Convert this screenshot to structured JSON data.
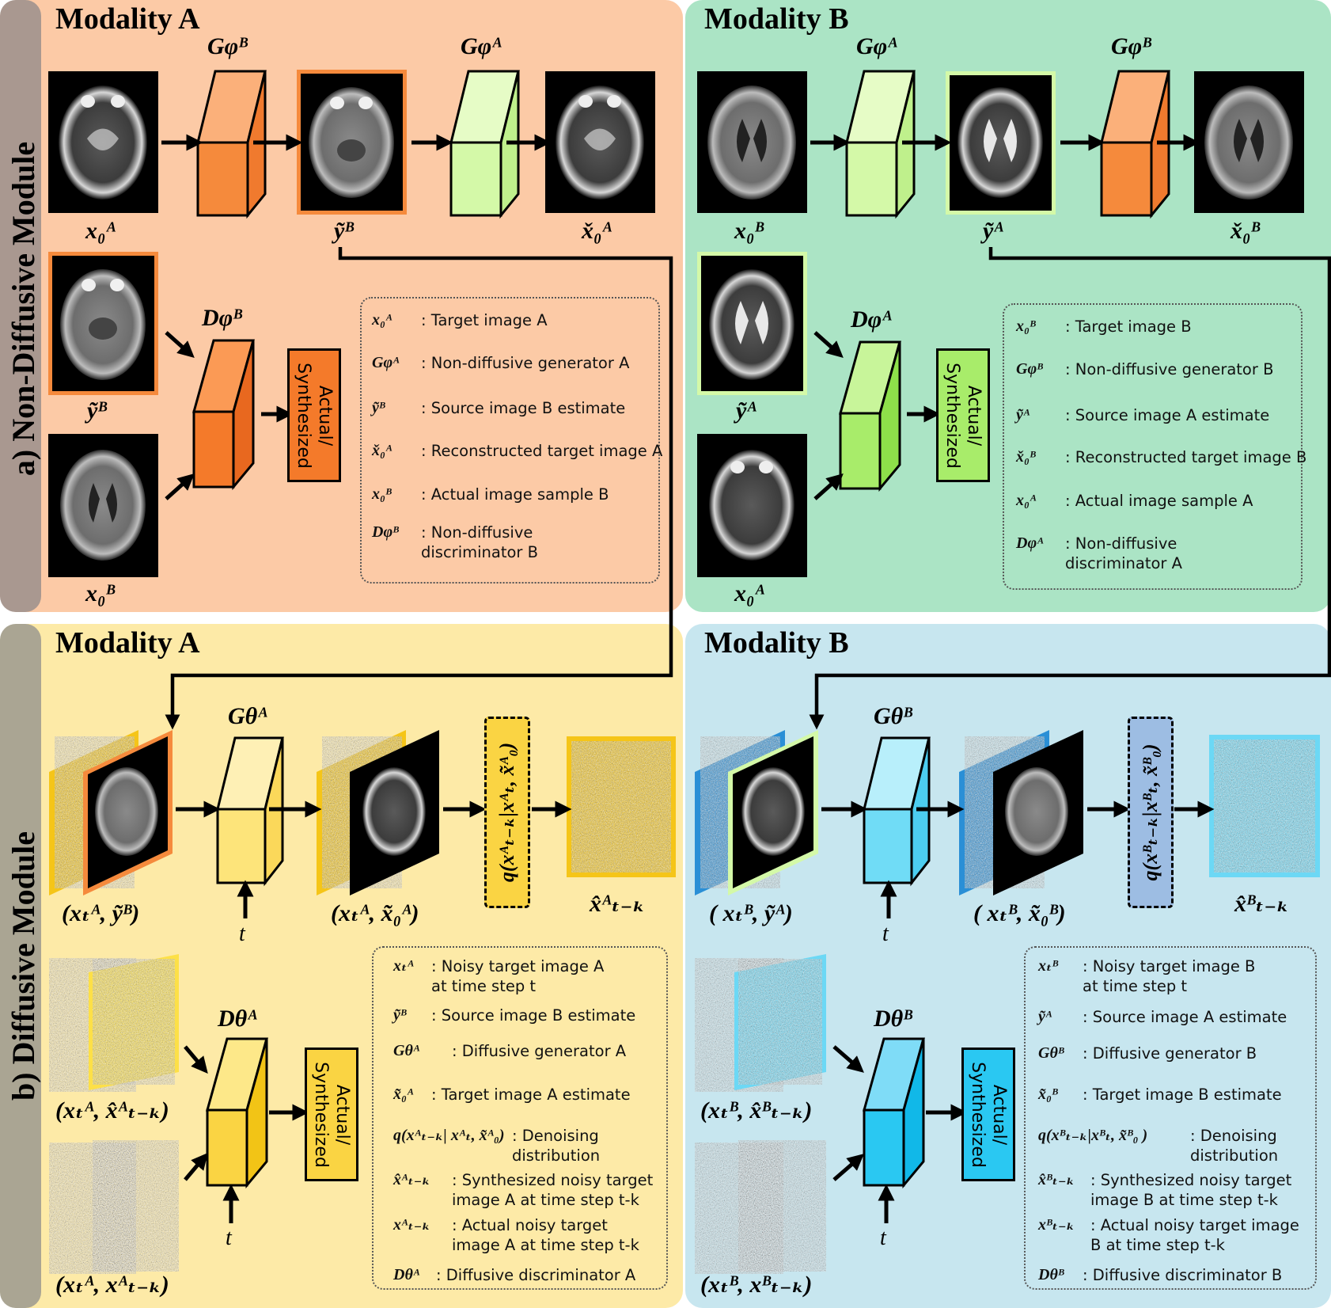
{
  "sections": {
    "non_diffusive": "a) Non-Diffusive Module",
    "diffusive": "b) Diffusive Module"
  },
  "panels": {
    "top_left_title": "Modality A",
    "top_right_title": "Modality B",
    "bottom_left_title": "Modality A",
    "bottom_right_title": "Modality B"
  },
  "colors": {
    "top_left_bg": "#fccaa6",
    "top_right_bg": "#abe4c5",
    "bottom_left_bg": "#fdeaa7",
    "bottom_right_bg": "#c7e6ef",
    "sidebar_top": "#a99890",
    "sidebar_bottom": "#aaa593",
    "orange": "#f58a3c",
    "green_light": "#d4f9a8",
    "yellow": "#fde47a",
    "cyan": "#70dcf6"
  },
  "labels": {
    "tl_x0A": "x₀ᴬ",
    "tl_yB": "ỹᴮ",
    "tl_xcheckA": "x̌₀ᴬ",
    "tl_d_yB": "ỹᴮ",
    "tl_d_x0B": "x₀ᴮ",
    "tr_x0B": "x₀ᴮ",
    "tr_yA": "ỹᴬ",
    "tr_xcheckB": "x̌₀ᴮ",
    "tr_d_yA": "ỹᴬ",
    "tr_d_x0A": "x₀ᴬ",
    "bl_pair1": "(xₜᴬ, ỹᴮ)",
    "bl_pair2": "(xₜᴬ, x̃₀ᴬ)",
    "bl_out": "x̂ᴬₜ₋ₖ",
    "bl_d1": "(xₜᴬ, x̂ᴬₜ₋ₖ)",
    "bl_d2": "(xₜᴬ, xᴬₜ₋ₖ)",
    "br_pair1": "( xₜᴮ, ỹᴬ)",
    "br_pair2": "( xₜᴮ, x̃₀ᴮ)",
    "br_out": "x̂ᴮₜ₋ₖ",
    "br_d1": "(xₜᴮ, x̂ᴮₜ₋ₖ)",
    "br_d2": "(xₜᴮ, xᴮₜ₋ₖ)",
    "t": "t"
  },
  "blocks": {
    "tl_g1": "Gφᴮ",
    "tl_g2": "Gφᴬ",
    "tl_d": "Dφᴮ",
    "tr_g1": "Gφᴬ",
    "tr_g2": "Gφᴮ",
    "tr_d": "Dφᴬ",
    "bl_g": "Gθᴬ",
    "bl_d": "Dθᴬ",
    "br_g": "Gθᴮ",
    "br_d": "Dθᴮ"
  },
  "boxes": {
    "actual_synth": "Actual/\nSynthesized",
    "q_A": "q(xᴬₜ₋ₖ|xᴬₜ, x̃ᴬ₀)",
    "q_B": "q(xᴮₜ₋ₖ|xᴮₜ, x̃ᴮ₀)"
  },
  "legend_tl": [
    {
      "sym": "x₀ᴬ",
      "text": ": Target image A"
    },
    {
      "sym": "Gφᴬ",
      "text": ": Non-diffusive generator A"
    },
    {
      "sym": "ỹᴮ",
      "text": ": Source image B estimate"
    },
    {
      "sym": "x̌₀ᴬ",
      "text": ": Reconstructed target image A"
    },
    {
      "sym": "x₀ᴮ",
      "text": ": Actual image sample B"
    },
    {
      "sym": "Dφᴮ",
      "text": ": Non-diffusive\ndiscriminator B"
    }
  ],
  "legend_tr": [
    {
      "sym": "x₀ᴮ",
      "text": ": Target image B"
    },
    {
      "sym": "Gφᴮ",
      "text": ": Non-diffusive generator B"
    },
    {
      "sym": "ỹᴬ",
      "text": ": Source image A estimate"
    },
    {
      "sym": "x̌₀ᴮ",
      "text": ": Reconstructed target image B"
    },
    {
      "sym": "x₀ᴬ",
      "text": ": Actual image sample A"
    },
    {
      "sym": "Dφᴬ",
      "text": ": Non-diffusive\ndiscriminator A"
    }
  ],
  "legend_bl": [
    {
      "sym": "xₜᴬ",
      "text": ": Noisy target image A\nat time step t"
    },
    {
      "sym": "ỹᴮ",
      "text": ": Source image B estimate"
    },
    {
      "sym": "Gθᴬ",
      "text": ": Diffusive generator A"
    },
    {
      "sym": "x̃₀ᴬ",
      "text": ": Target image A estimate"
    },
    {
      "sym": "q(xᴬₜ₋ₖ| xᴬₜ, x̃ᴬ₀)",
      "text": ": Denoising\ndistribution"
    },
    {
      "sym": "x̂ᴬₜ₋ₖ",
      "text": ": Synthesized noisy target\nimage A at time step t-k"
    },
    {
      "sym": "xᴬₜ₋ₖ",
      "text": ": Actual noisy target\nimage A at time step t-k"
    },
    {
      "sym": "Dθᴬ",
      "text": ": Diffusive discriminator A"
    }
  ],
  "legend_br": [
    {
      "sym": "xₜᴮ",
      "text": ": Noisy target image B\nat time step t"
    },
    {
      "sym": "ỹᴬ",
      "text": ": Source image A estimate"
    },
    {
      "sym": "Gθᴮ",
      "text": ": Diffusive generator B"
    },
    {
      "sym": "x̃₀ᴮ",
      "text": ": Target image B estimate"
    },
    {
      "sym": "q(xᴮₜ₋ₖ|xᴮₜ, x̃ᴮ₀ )",
      "text": ": Denoising\ndistribution"
    },
    {
      "sym": "x̂ᴮₜ₋ₖ",
      "text": ": Synthesized noisy target\nimage B at time step t-k"
    },
    {
      "sym": "xᴮₜ₋ₖ",
      "text": ": Actual noisy target image\nB at time step t-k"
    },
    {
      "sym": "Dθᴮ",
      "text": ": Diffusive discriminator B"
    }
  ]
}
